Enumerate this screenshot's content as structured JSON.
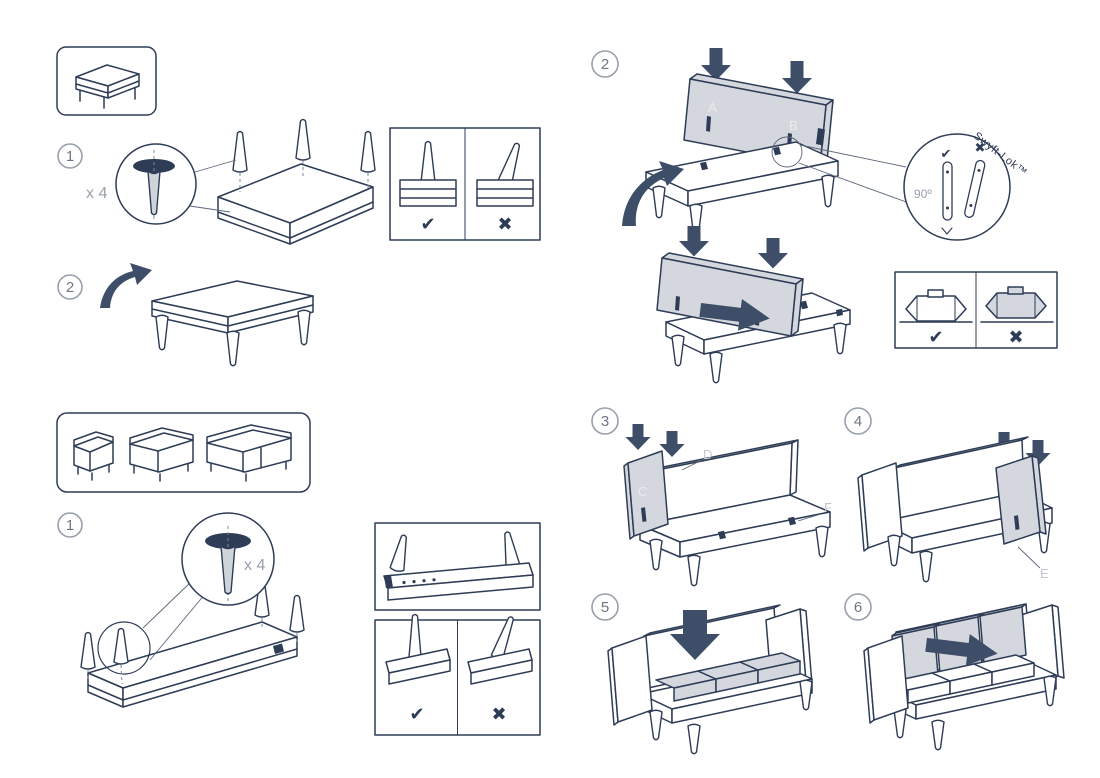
{
  "colors": {
    "line": "#2e3c56",
    "panel_fill": "#d4d7dd",
    "arrow": "#3e4e68",
    "step_ring": "#98a0ac",
    "label_light": "#c3c8d0"
  },
  "glyphs": {
    "check": "✔",
    "cross": "✖"
  },
  "ottoman": {
    "step1": {
      "number": "1",
      "qty": "x 4"
    },
    "step2": {
      "number": "2"
    }
  },
  "sofa": {
    "step1": {
      "number": "1",
      "qty": "x 4"
    },
    "step2": {
      "number": "2",
      "labels": {
        "a": "A",
        "b": "B"
      },
      "lock": {
        "brand": "Swyft-Lok™",
        "angle": "90º"
      }
    },
    "step3": {
      "number": "3",
      "labels": {
        "c": "C",
        "d": "D",
        "f": "F"
      }
    },
    "step4": {
      "number": "4",
      "labels": {
        "e": "E"
      }
    },
    "step5": {
      "number": "5"
    },
    "step6": {
      "number": "6"
    }
  }
}
